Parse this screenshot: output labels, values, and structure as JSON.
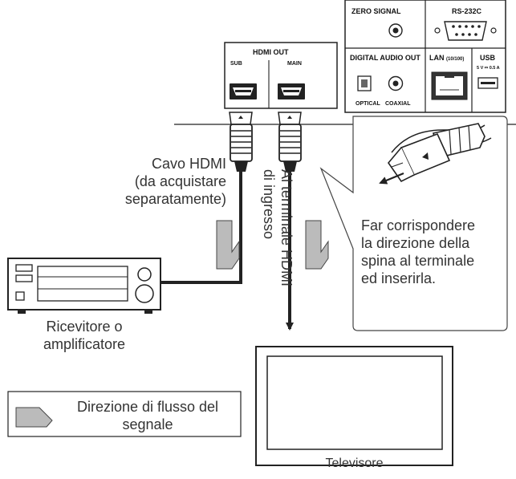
{
  "panel": {
    "hdmi_out": "HDMI OUT",
    "sub": "SUB",
    "main": "MAIN",
    "zero_signal": "ZERO SIGNAL",
    "rs232c": "RS-232C",
    "digital_audio_out": "DIGITAL AUDIO OUT",
    "optical": "OPTICAL",
    "coaxial": "COAXIAL",
    "lan": "LAN",
    "lan_speed": "(10/100)",
    "usb": "USB",
    "usb_rating": "5 V ⎓ 0.5 A"
  },
  "labels": {
    "cable_line1": "Cavo HDMI",
    "cable_line2": "(da acquistare",
    "cable_line3": "separatamente)",
    "terminal_line1": "Al terminale HDMI",
    "terminal_line2": "di ingresso",
    "receiver_line1": "Ricevitore o",
    "receiver_line2": "amplificatore",
    "tv": "Televisore",
    "plug_note_line1": "Far corrispondere",
    "plug_note_line2": "la direzione della",
    "plug_note_line3": "spina al terminale",
    "plug_note_line4": "ed inserirla."
  },
  "legend": {
    "line1": "Direzione di flusso del",
    "line2": "segnale"
  }
}
